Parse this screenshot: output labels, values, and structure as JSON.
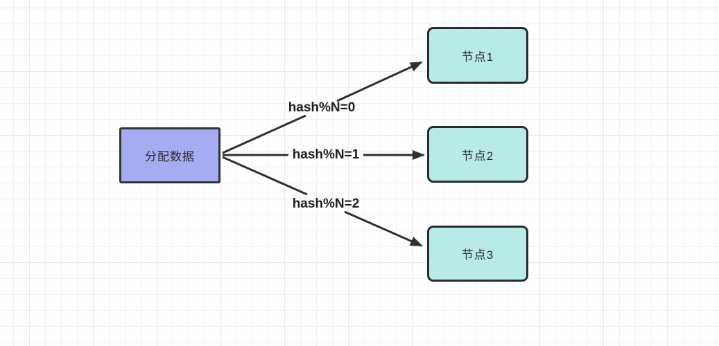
{
  "diagram": {
    "title": "hash modulo data distribution diagram",
    "source": {
      "label": "分配数据"
    },
    "nodes": [
      {
        "label": "节点1"
      },
      {
        "label": "节点2"
      },
      {
        "label": "节点3"
      }
    ],
    "edges": [
      {
        "label": "hash%N=0",
        "from": "分配数据",
        "to": "节点1"
      },
      {
        "label": "hash%N=1",
        "from": "分配数据",
        "to": "节点2"
      },
      {
        "label": "hash%N=2",
        "from": "分配数据",
        "to": "节点3"
      }
    ],
    "colors": {
      "source_fill": "#a6abf2",
      "source_border": "#33343d",
      "node_fill": "#b8eae6",
      "node_border": "#262a31",
      "edge_line": "#2f2f2f",
      "label_text": "#1e1e1e",
      "grid_minor": "#f2f2f5",
      "grid_major": "#e9e9ed",
      "background": "#fefefe"
    }
  }
}
